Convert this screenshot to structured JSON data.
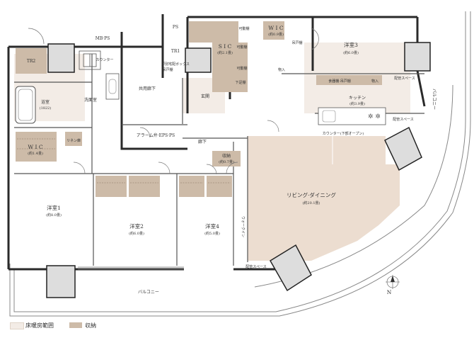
{
  "colors": {
    "floor_heating": "#f3ece6",
    "storage": "#cdbba8",
    "ldk_floor": "#ecddd0",
    "wall": "#2a2a2a",
    "column": "#dddddd",
    "balcony_line": "#888888"
  },
  "rooms": {
    "mbps": "MB·PS",
    "ps": "PS",
    "tr2": "TR2",
    "tr1": "TR1",
    "counter": "カウンター",
    "mailbox": "戸別宅配ボックス",
    "sic": "S I C",
    "sic_size": "(約2.1畳)",
    "wic_top": "W I C",
    "wic_top_size": "(約0.9畳)",
    "movable_shelf_a": "可動棚",
    "movable_shelf_b": "可動棚",
    "movable_shelf_c": "可動棚",
    "shoe_shelf": "下足棚",
    "upper_shelf_a": "吊戸棚",
    "upper_shelf_b": "吊戸棚",
    "storage_small_a": "物入",
    "storage_small_b": "物入",
    "common_hall": "共用廊下",
    "entrance": "玄関",
    "bath": "浴室",
    "bath_size": "(1822)",
    "washroom": "洗面室",
    "linen": "リネン庫",
    "wic_left": "W I C",
    "wic_left_size": "(約1.4畳)",
    "alarm": "アラーム弁·EPS·PS",
    "hall": "廊下",
    "storage_mid": "収納",
    "storage_mid_size": "(約0.7畳)",
    "western3": "洋室3",
    "western3_size": "(約6.0畳)",
    "pantry": "食器棚·吊戸棚",
    "kitchen": "キッチン",
    "kitchen_size": "(約3.9畳)",
    "pipe_space_a": "配管スペース",
    "pipe_space_b": "配管スペース",
    "pipe_space_c": "配管スペース",
    "kitchen_counter": "カウンター(下部オープン)",
    "living": "リビング·ダイニング",
    "living_size": "(約20.1畳)",
    "walk_in": "ウォークイン",
    "western1": "洋室1",
    "western1_size": "(約8.0畳)",
    "western2": "洋室2",
    "western2_size": "(約6.0畳)",
    "western4": "洋室4",
    "western4_size": "(約5.0畳)",
    "balcony_bottom": "バルコニー",
    "balcony_right": "バルコニー"
  },
  "compass": {
    "label": "N",
    "icon": "north-arrow-icon"
  },
  "legend": {
    "floor_heating": "床暖房範囲",
    "storage": "収納"
  }
}
